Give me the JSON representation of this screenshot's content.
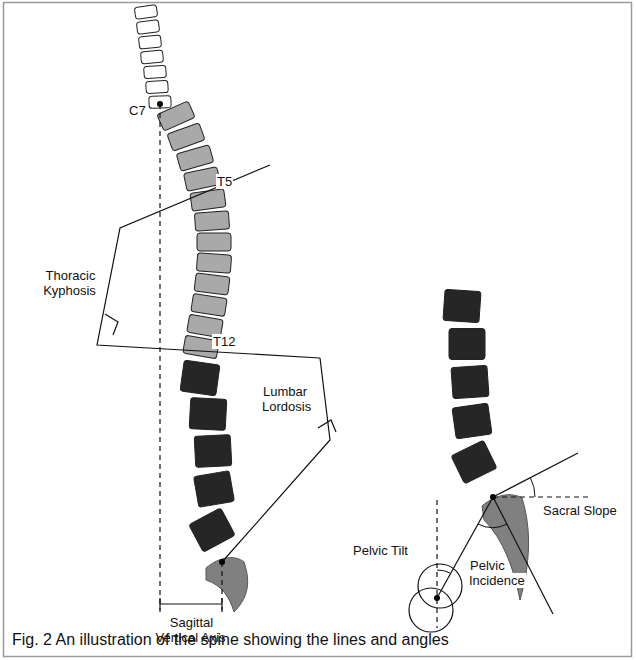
{
  "diagram": {
    "caption": "Fig. 2 An illustration of the spine showing the lines and angles",
    "labels": [
      "C7",
      "T5",
      "Thoracic Kyphosis",
      "T12",
      "Lumbar Lordosis",
      "Sagittal Vertical Axis",
      "Sacral Slope",
      "Pelvic Tilt",
      "Pelvic Incidence"
    ]
  }
}
